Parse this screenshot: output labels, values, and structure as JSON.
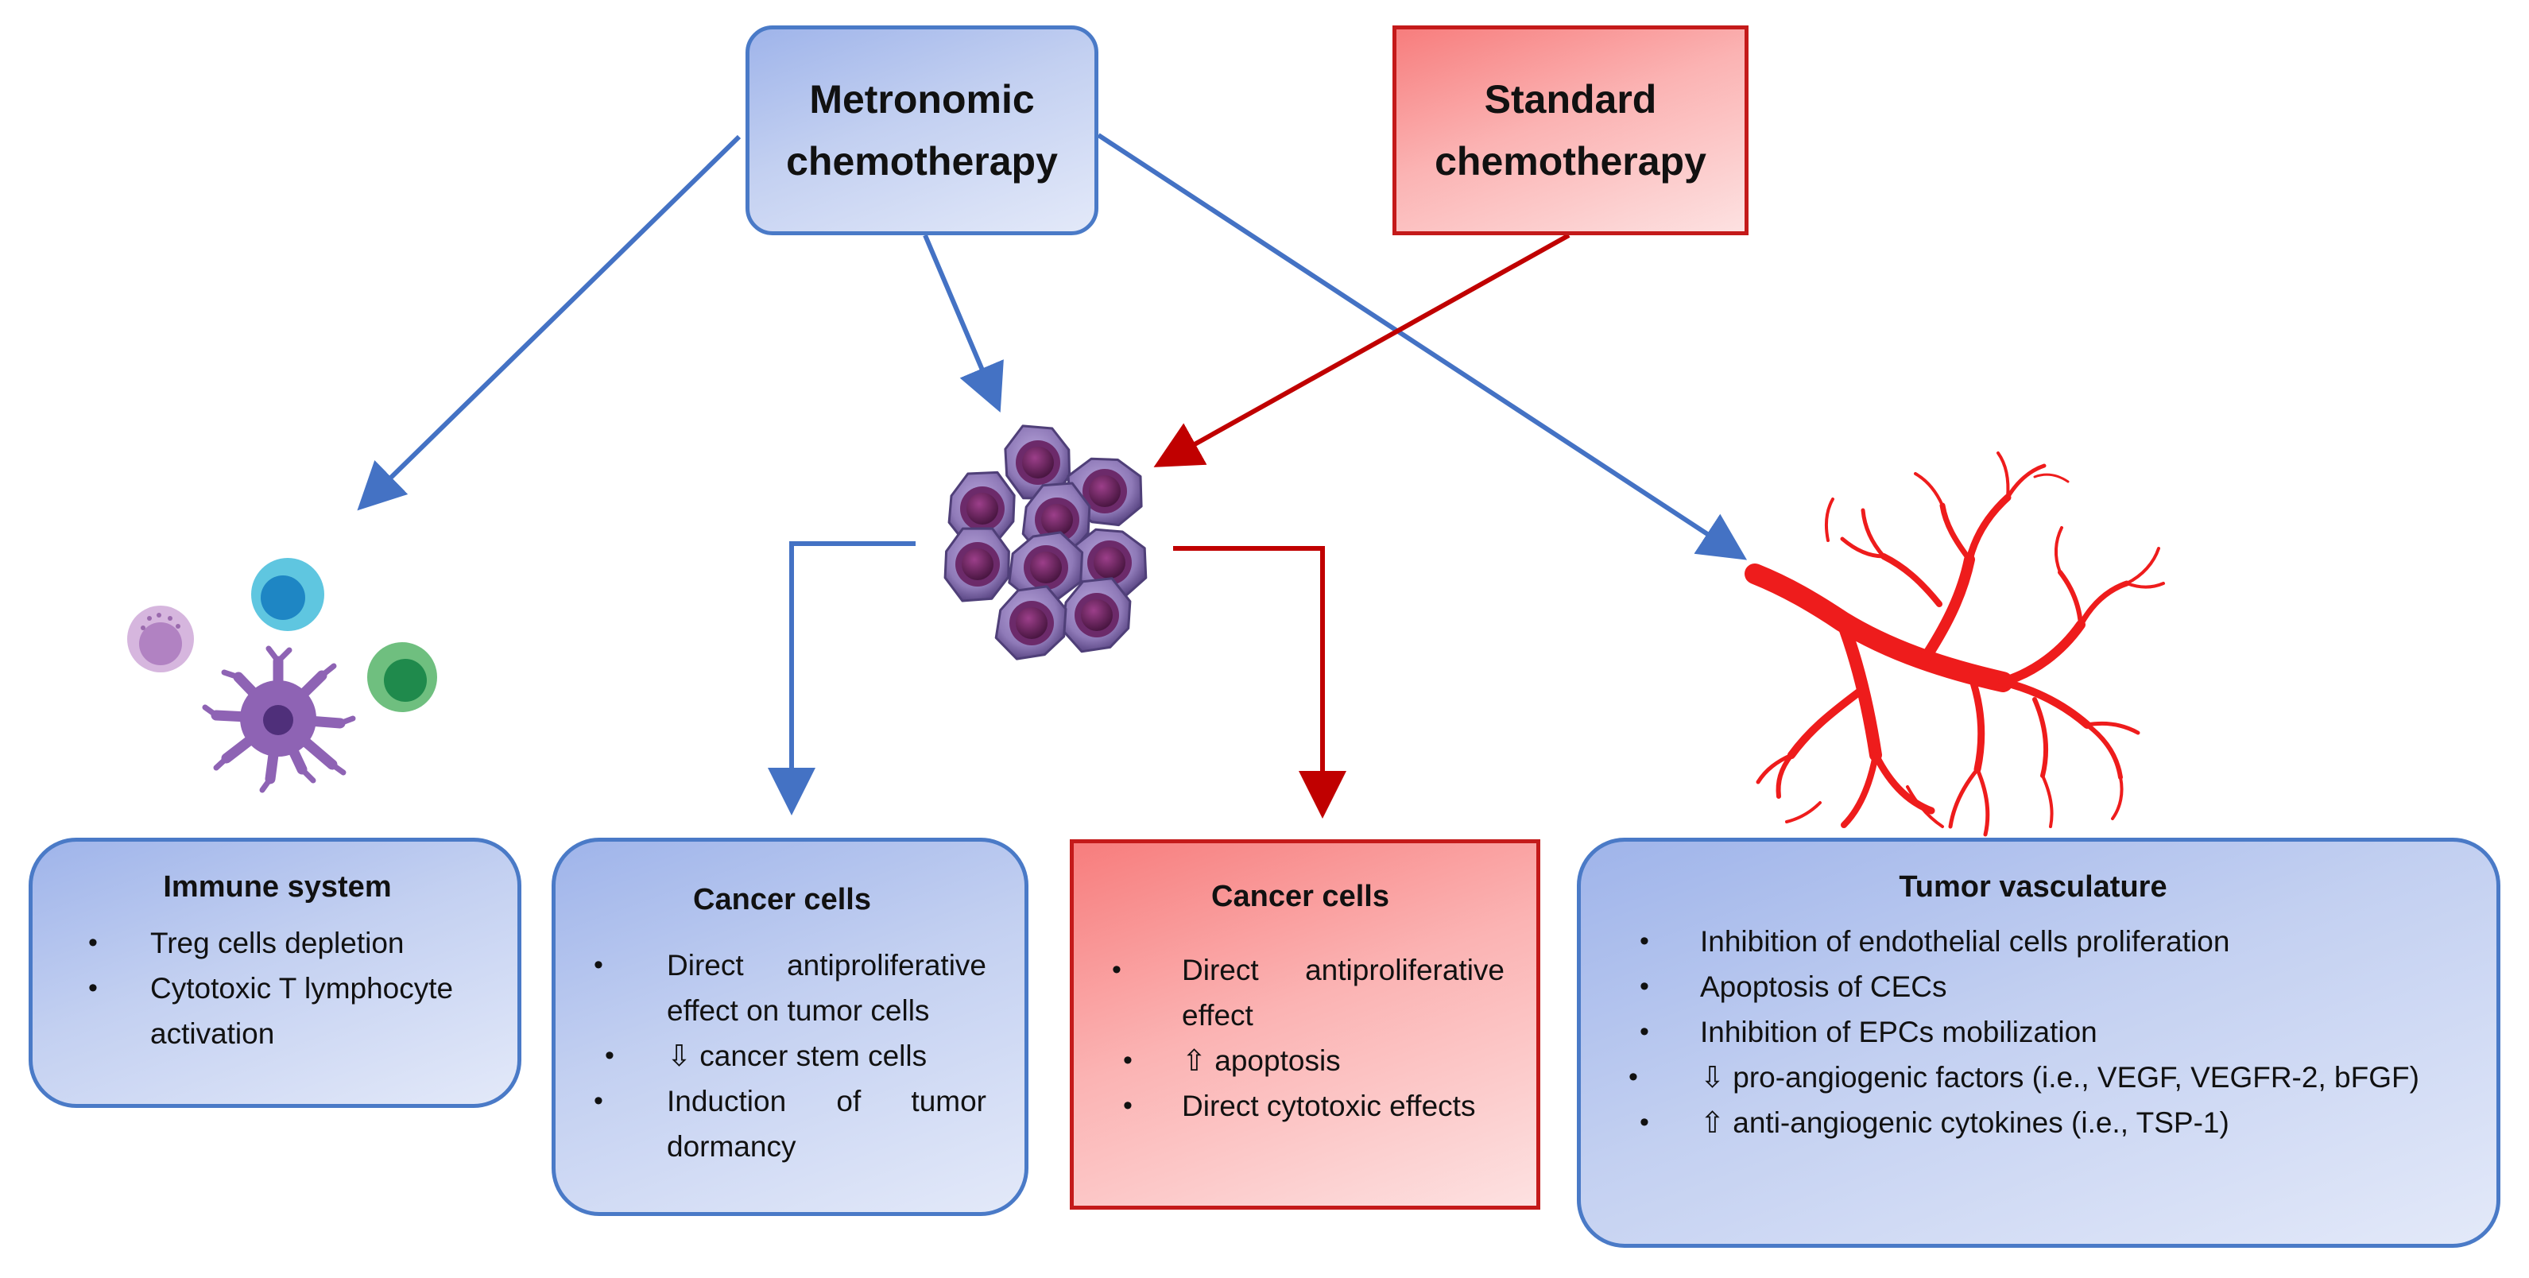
{
  "colors": {
    "metronomic_blue": "#4472c4",
    "standard_red": "#c00000",
    "vessel_red": "#ee1c1c",
    "cancer_cell_purple": "#8f7ab8"
  },
  "top": {
    "metronomic": {
      "line1": "Metronomic",
      "line2": "chemotherapy"
    },
    "standard": {
      "line1": "Standard",
      "line2": "chemotherapy"
    }
  },
  "illustrations": {
    "immune": "immune-cells-icon",
    "tumor": "cancer-cell-cluster-icon",
    "vessels": "blood-vessels-icon"
  },
  "panels": {
    "immune": {
      "title": "Immune system",
      "items": [
        "Treg cells depletion",
        "Cytotoxic T lymphocyte activation"
      ]
    },
    "cancer_metronomic": {
      "title": "Cancer cells",
      "items": [
        "Direct antiproliferative effect on tumor cells",
        "⇩ cancer stem cells",
        "Induction of tumor dormancy"
      ]
    },
    "cancer_standard": {
      "title": "Cancer cells",
      "items": [
        "Direct antiproliferative effect",
        "⇧ apoptosis",
        "Direct cytotoxic effects"
      ]
    },
    "vasculature": {
      "title": "Tumor vasculature",
      "items": [
        "Inhibition of endothelial cells proliferation",
        "Apoptosis of CECs",
        "Inhibition of EPCs mobilization",
        "⇩ pro-angiogenic factors (i.e., VEGF, VEGFR-2, bFGF)",
        "⇧ anti-angiogenic cytokines (i.e., TSP-1)"
      ]
    }
  }
}
